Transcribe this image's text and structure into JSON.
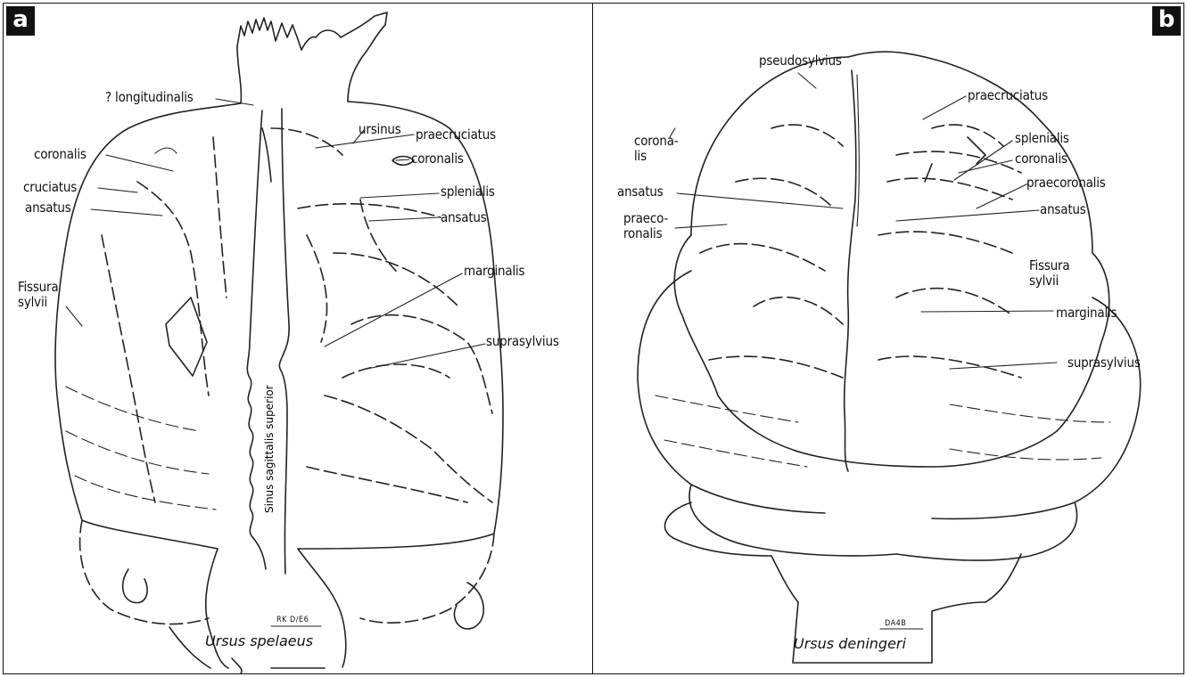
{
  "panel_a": {
    "badge": "a",
    "caption": "Ursus spelaeus",
    "stamp": "RK D/E6",
    "sinus_label": "Sinus sagittalis superior",
    "labels": {
      "longitudinalis": "? longitudinalis",
      "ursinus": "ursinus",
      "praecruciatus": "praecruciatus",
      "coronalis_left": "coronalis",
      "coronalis_right": "coronalis",
      "cruciatus": "cruciatus",
      "ansatus_left": "ansatus",
      "splenialis": "splenialis",
      "ansatus_right": "ansatus",
      "marginalis": "marginalis",
      "fissura_sylvii": "Fissura\nsylvii",
      "suprasylvius": "suprasylvius"
    }
  },
  "panel_b": {
    "badge": "b",
    "caption": "Ursus deningeri",
    "stamp": "DA4B",
    "labels": {
      "pseudosylvius": "pseudosylvius",
      "praecruciatus": "praecruciatus",
      "coronalis_left": "corona-\nlis",
      "splenialis": "splenialis",
      "coronalis_right": "coronalis",
      "ansatus_left": "ansatus",
      "praecoronalis_right": "praecoronalis",
      "praecoronalis_left": "praeco-\nronalis",
      "ansatus_right": "ansatus",
      "fissura_sylvii": "Fissura\nsylvii",
      "marginalis": "marginalis",
      "suprasylvius": "suprasylvius"
    }
  }
}
